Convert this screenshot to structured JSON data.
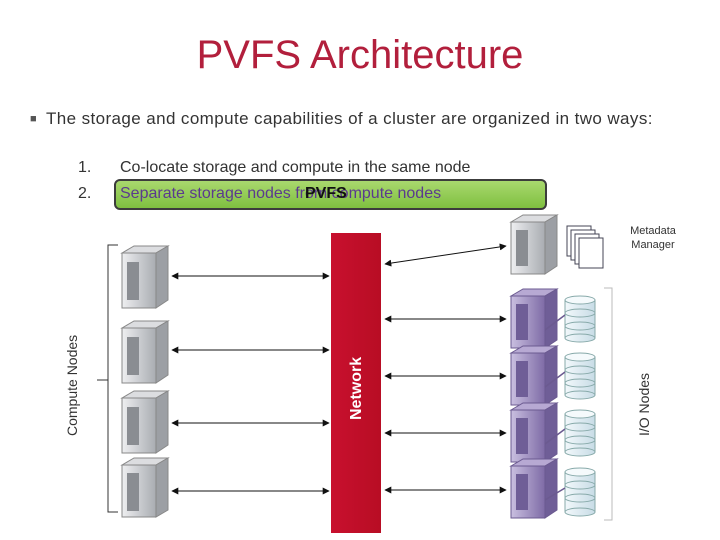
{
  "slide": {
    "title": "PVFS Architecture",
    "bullet": {
      "text_before": "The storage and compute capabilities of a ",
      "highlight": "cluster",
      "text_after": " are organized in two ways:",
      "items": [
        {
          "num": "1.",
          "text": "Co-locate storage and compute in the same node"
        },
        {
          "num": "2.",
          "text": "Separate storage nodes from compute nodes"
        }
      ],
      "callout": "PVFS"
    }
  },
  "diagram": {
    "compute_label": "Compute Nodes",
    "network_label": "Network",
    "io_label": "I/O Nodes",
    "metadata_label_line1": "Metadata",
    "metadata_label_line2": "Manager",
    "colors": {
      "network": "#c8102e",
      "io_server": "#8f7fb0",
      "compute_server": "#c9cbcf",
      "highlight": "#8cc84b",
      "title": "#b21f3c"
    }
  }
}
